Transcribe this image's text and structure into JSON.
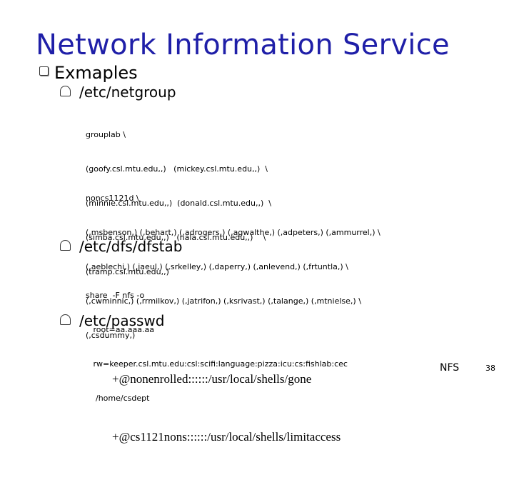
{
  "slide": {
    "title": "Network Information Service",
    "bullet": "Exmaples",
    "sections": [
      {
        "heading": "/etc/netgroup"
      },
      {
        "heading": "/etc/dfs/dfstab"
      },
      {
        "heading": "/etc/passwd"
      }
    ],
    "netgroup_lines": [
      "grouplab \\",
      "(goofy.csl.mtu.edu,,)   (mickey.csl.mtu.edu,,)  \\",
      "(minnie.csl.mtu.edu,,)  (donald.csl.mtu.edu,,)  \\",
      "(simba.csl.mtu.edu,,)   (nala.csl.mtu.edu,,)    \\",
      "(tramp.csl.mtu.edu,,)"
    ],
    "noncs_lines": [
      "noncs1121d \\",
      "(,msbenson,) (,behart,) (,adrogers,) (,agwalthe,) (,adpeters,) (,ammurrel,) \\",
      "(,aeblechi,) (,jaeul,) (,srkelley,) (,daperry,) (,anlevend,) (,frtuntla,) \\",
      "(,cwminnic,) (,rrmilkov,) (,jatrifon,) (,ksrivast,) (,talange,) (,mtnielse,) \\",
      "(,csdummy,)"
    ],
    "dfstab_lines": [
      "share  -F nfs -o",
      "   root=aa.aaa.aa",
      "   rw=keeper.csl.mtu.edu:csl:scifi:language:pizza:icu:cs:fishlab:cec",
      "    /home/csdept"
    ],
    "passwd_lines": [
      "+@nonenrolled::::::/usr/local/shells/gone",
      "+@cs1121nons::::::/usr/local/shells/limitaccess"
    ],
    "footer_label": "NFS",
    "page_number": "38"
  }
}
